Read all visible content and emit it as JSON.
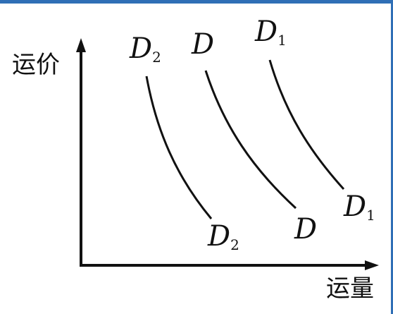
{
  "colors": {
    "frame": "#2f6fb6",
    "ink": "#111111",
    "background": "#ffffff"
  },
  "diagram": {
    "y_axis_label": "运价",
    "x_axis_label": "运量",
    "curves": [
      {
        "name": "D2",
        "top_label": "D",
        "top_sub": "2",
        "bottom_label": "D",
        "bottom_sub": "2"
      },
      {
        "name": "D",
        "top_label": "D",
        "top_sub": "",
        "bottom_label": "D",
        "bottom_sub": ""
      },
      {
        "name": "D1",
        "top_label": "D",
        "top_sub": "1",
        "bottom_label": "D",
        "bottom_sub": "1"
      }
    ]
  }
}
